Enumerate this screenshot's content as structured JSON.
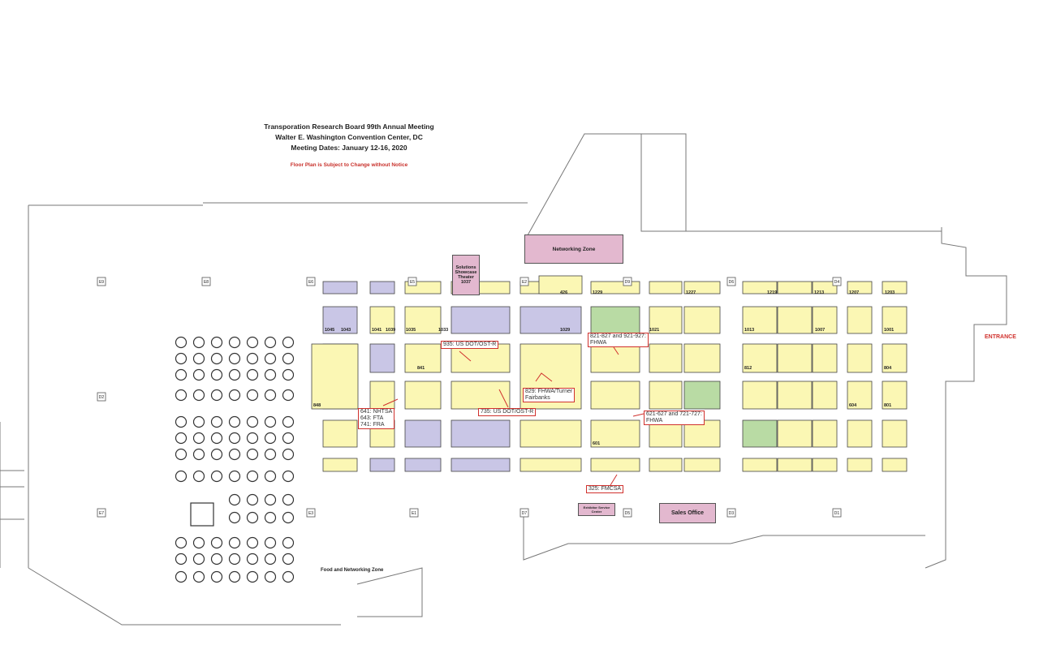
{
  "header": {
    "line1": "Transporation Research Board 99th Annual Meeting",
    "line2": "Walter E. Washington Convention Center, DC",
    "line3": "Meeting Dates: January 12-16, 2020",
    "notice": "Floor Plan is Subject to Change without Notice"
  },
  "labels": {
    "entrance": "ENTRANCE",
    "networking_zone": "Networking Zone",
    "theater": "Solutions Showcase Theater 1037",
    "food_zone": "Food and Networking Zone",
    "sales_office": "Sales Office",
    "exhibitor_service": "Exhibitor Service Center"
  },
  "callouts": {
    "c935": "935: US DOT/OST-R",
    "c829": "829: FHWA/Turner\nFairbanks",
    "c821": "821-827 and 921-927:\nFHWA",
    "c641": "641: NHTSA\n643: FTA\n741: FRA",
    "c735": "735: US DOT/OST-R",
    "c621": "621-627 and 721-727:\nFHWA",
    "c325": "325: FMCSA"
  },
  "columns": [
    "E9",
    "E8",
    "E6",
    "E5",
    "E2",
    "D9",
    "D6",
    "D4",
    "D2",
    "E7",
    "E3",
    "E1",
    "D7",
    "D5",
    "D3",
    "D1"
  ],
  "booths": [
    "1045",
    "1043",
    "1041",
    "1039",
    "1035",
    "1033",
    "1029",
    "1021",
    "1013",
    "1007",
    "1001",
    "848",
    "841",
    "812",
    "804",
    "801",
    "604",
    "601",
    "426",
    "1229",
    "1227",
    "1219",
    "1213",
    "1207",
    "1203"
  ],
  "colors": {
    "booth": "#fbf7b4",
    "booth_blue": "#c9c6e6",
    "booth_green": "#b9dba4",
    "zone": "#e3b8cf",
    "accent": "#d0312d"
  }
}
